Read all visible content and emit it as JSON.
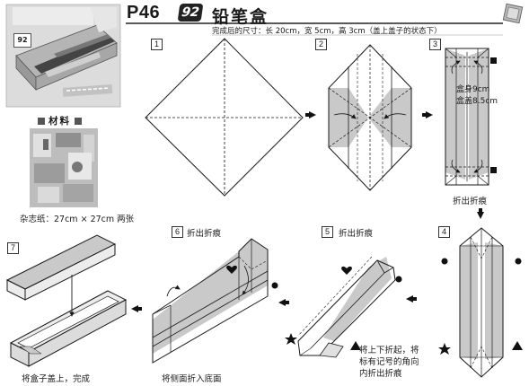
{
  "header": {
    "page_no": "P46",
    "badge": "92",
    "title": "铅笔盒",
    "subtitle": "完成后的尺寸：长 20cm，宽 5cm，高 3cm（盖上盖子的状态下）"
  },
  "photo": {
    "badge": "92"
  },
  "materials": {
    "heading": "材料",
    "spec": "杂志纸：27cm × 27cm 两张"
  },
  "steps": [
    {
      "num": "1",
      "caption": ""
    },
    {
      "num": "2",
      "caption": ""
    },
    {
      "num": "3",
      "caption": "折出折痕"
    },
    {
      "num": "4",
      "caption": ""
    },
    {
      "num": "5",
      "caption": "折出折痕"
    },
    {
      "num": "6",
      "caption": "折出折痕"
    },
    {
      "num": "7",
      "caption": ""
    }
  ],
  "step3_labels": {
    "body": "盒身9cm",
    "lid": "盒盖8.5cm"
  },
  "step5_note": [
    "将上下折起，将",
    "标有记号的角向",
    "内折出折痕"
  ],
  "step6_bottom": "将侧面折入底面",
  "step7_bottom": "将盒子盖上，完成",
  "colors": {
    "shade": "#c9c9c9",
    "line": "#1a1a1a",
    "photo_bg": "#d8d8d8"
  }
}
